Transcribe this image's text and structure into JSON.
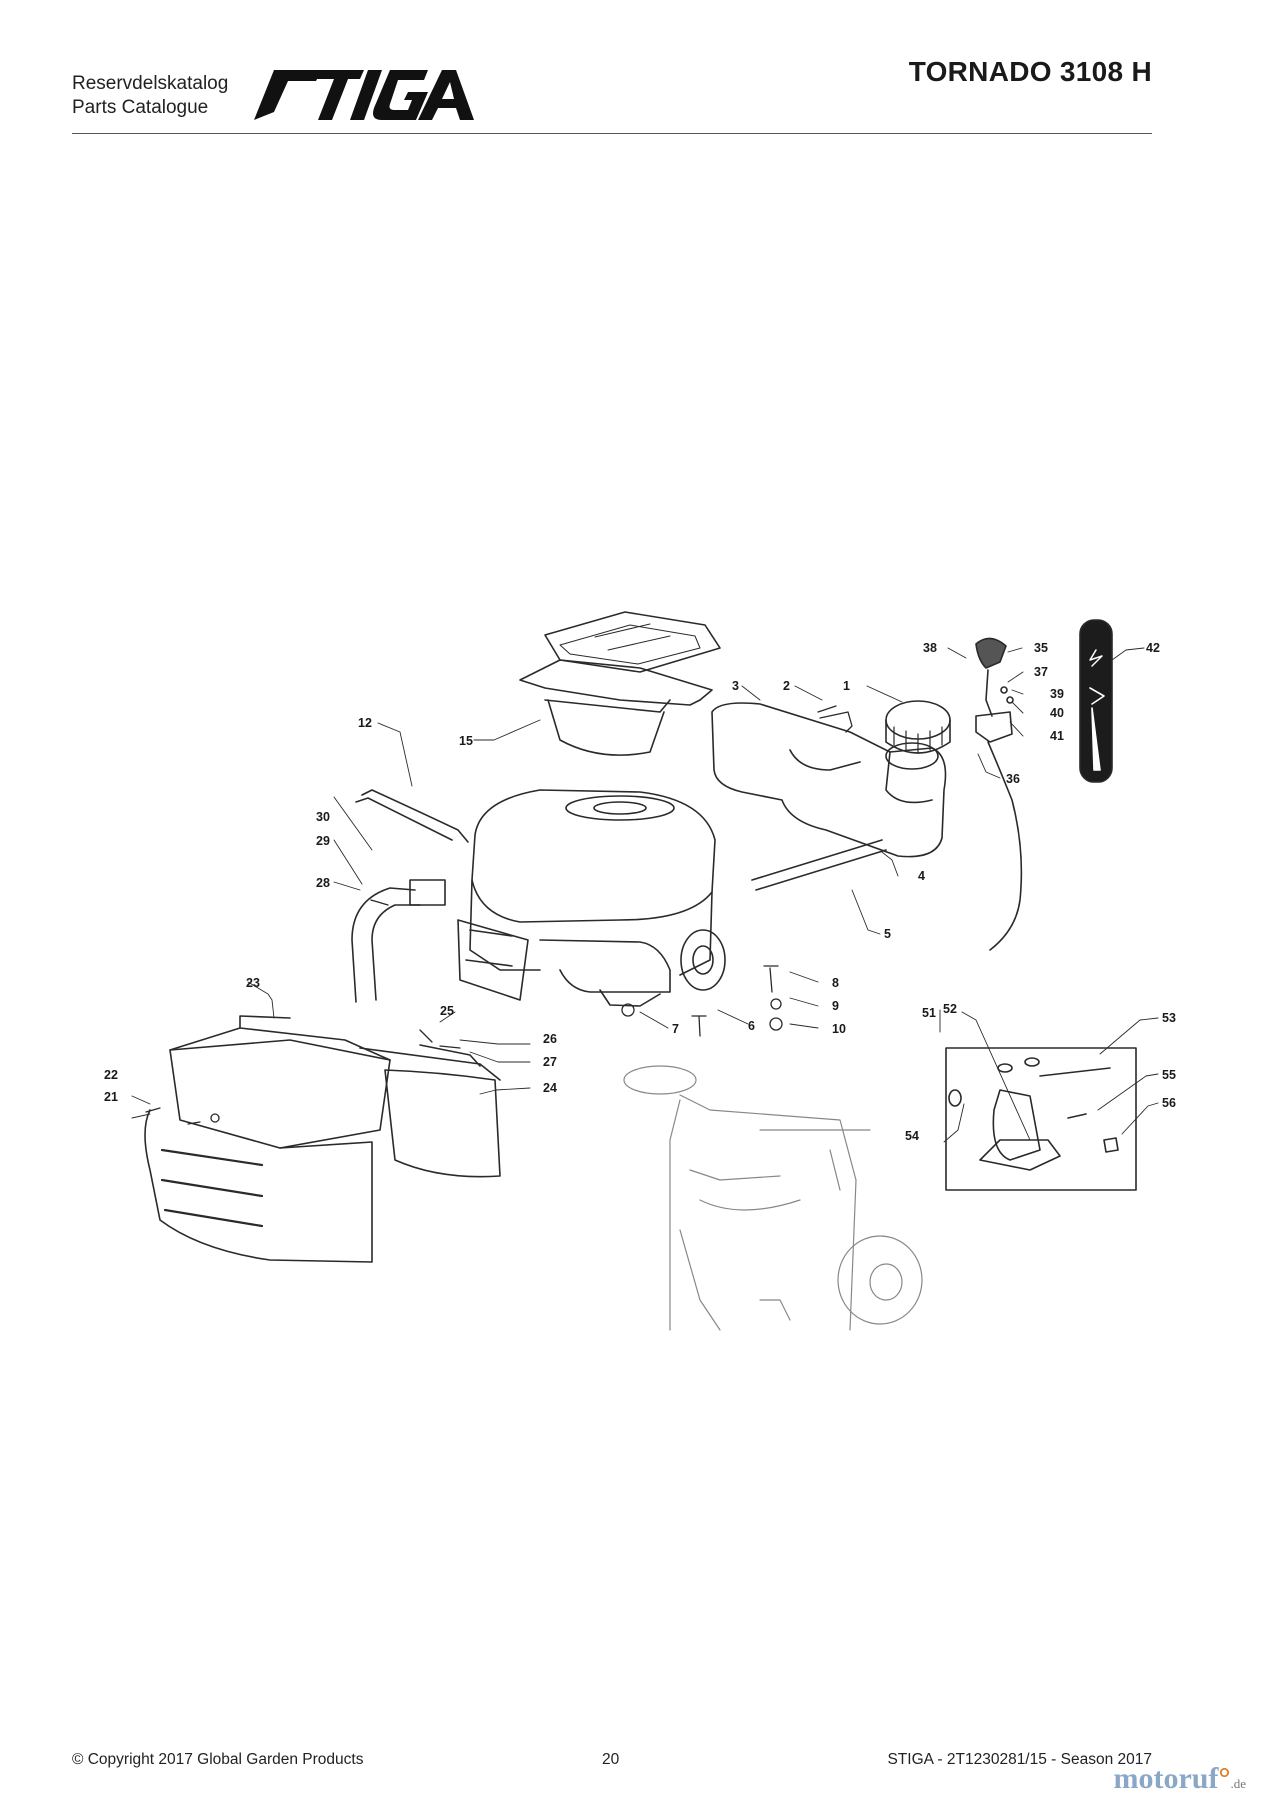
{
  "header": {
    "catalog_se": "Reservdelskatalog",
    "catalog_en": "Parts Catalogue",
    "brand": "STIGA",
    "model": "TORNADO 3108 H"
  },
  "callouts": [
    "1",
    "2",
    "3",
    "4",
    "5",
    "6",
    "7",
    "8",
    "9",
    "10",
    "12",
    "15",
    "21",
    "22",
    "23",
    "24",
    "25",
    "26",
    "27",
    "28",
    "29",
    "30",
    "35",
    "36",
    "37",
    "38",
    "39",
    "40",
    "41",
    "42",
    "51",
    "52",
    "53",
    "54",
    "55",
    "56"
  ],
  "footer": {
    "copyright": "© Copyright 2017 Global Garden Products",
    "page": "20",
    "doc": "STIGA - 2T1230281/15 - Season 2017"
  },
  "watermark": {
    "name": "motoruf",
    "dot": "°",
    "tld": ".de"
  }
}
